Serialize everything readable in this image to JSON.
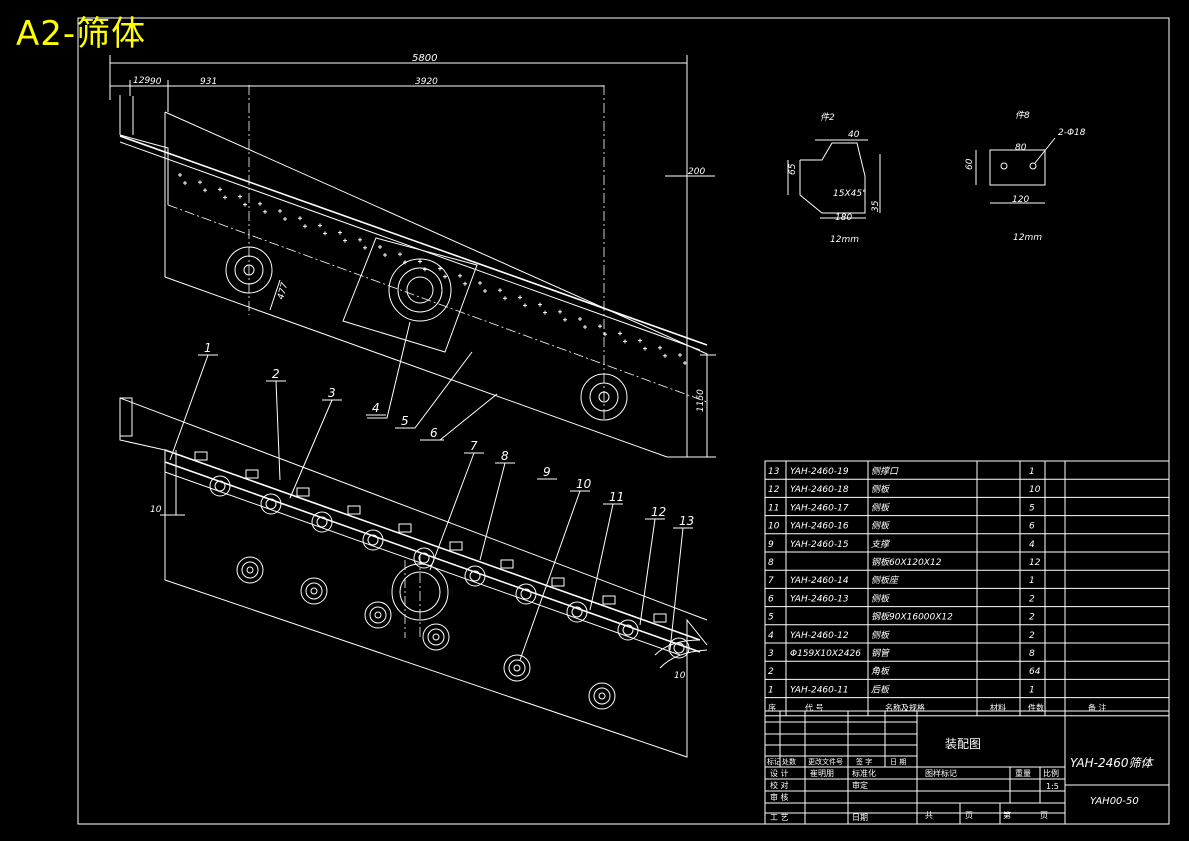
{
  "badge": "A2-筛体",
  "dimensions": {
    "total_width": "5800",
    "d129": "129",
    "d90": "90",
    "d931": "931",
    "d3920": "3920",
    "d200": "200",
    "d1150": "1150",
    "d477": "477",
    "d10": "10",
    "d10b": "10"
  },
  "balloons": [
    "1",
    "2",
    "3",
    "4",
    "5",
    "6",
    "7",
    "8",
    "9",
    "10",
    "11",
    "12",
    "13"
  ],
  "detail_left": {
    "label": "件2",
    "d40": "40",
    "d65": "65",
    "chamfer": "15X45°",
    "d180": "180",
    "d35": "35",
    "thickness": "12mm"
  },
  "detail_right": {
    "label": "件8",
    "holes": "2-Φ18",
    "d80": "80",
    "d60": "60",
    "d120": "120",
    "thickness": "12mm"
  },
  "bom": {
    "rows": [
      {
        "no": "13",
        "code": "YAH-2460-19",
        "name": "侧撑口",
        "qty": "1"
      },
      {
        "no": "12",
        "code": "YAH-2460-18",
        "name": "侧板",
        "qty": "10"
      },
      {
        "no": "11",
        "code": "YAH-2460-17",
        "name": "侧板",
        "qty": "5"
      },
      {
        "no": "10",
        "code": "YAH-2460-16",
        "name": "侧板",
        "qty": "6"
      },
      {
        "no": "9",
        "code": "YAH-2460-15",
        "name": "支撑",
        "qty": "4"
      },
      {
        "no": "8",
        "code": "",
        "name": "钢板60X120X12",
        "qty": "12"
      },
      {
        "no": "7",
        "code": "YAH-2460-14",
        "name": "侧板座",
        "qty": "1"
      },
      {
        "no": "6",
        "code": "YAH-2460-13",
        "name": "侧板",
        "qty": "2"
      },
      {
        "no": "5",
        "code": "",
        "name": "钢板90X16000X12",
        "qty": "2"
      },
      {
        "no": "4",
        "code": "YAH-2460-12",
        "name": "侧板",
        "qty": "2"
      },
      {
        "no": "3",
        "code": "Φ159X10X2426",
        "name": "钢管",
        "qty": "8"
      },
      {
        "no": "2",
        "code": "",
        "name": "角板",
        "qty": "64"
      },
      {
        "no": "1",
        "code": "YAH-2460-11",
        "name": "后板",
        "qty": "1"
      }
    ],
    "header": {
      "no": "序",
      "code": "代  号",
      "name": "名称及规格",
      "material": "材料",
      "qty": "件数",
      "note": "备  注"
    }
  },
  "title_block": {
    "drawing_name": "装配图",
    "product": "YAH-2460筛体",
    "drawing_no": "YAH00-50",
    "scale": "1:5",
    "row_labels": [
      "标记",
      "处数",
      "更改文件号",
      "签  字",
      "日  期"
    ],
    "designer": "设  计",
    "designer_name": "崔明朋",
    "standard": "标准化",
    "checker": "校  对",
    "reviewer": "审定",
    "audit": "审  核",
    "process": "工  艺",
    "date": "日期",
    "stage_mark": "图样标记",
    "weight": "重量",
    "ratio": "比例",
    "total_sheets": "共",
    "sheet": "页",
    "sheet_no": "第",
    "sheet2": "页"
  }
}
